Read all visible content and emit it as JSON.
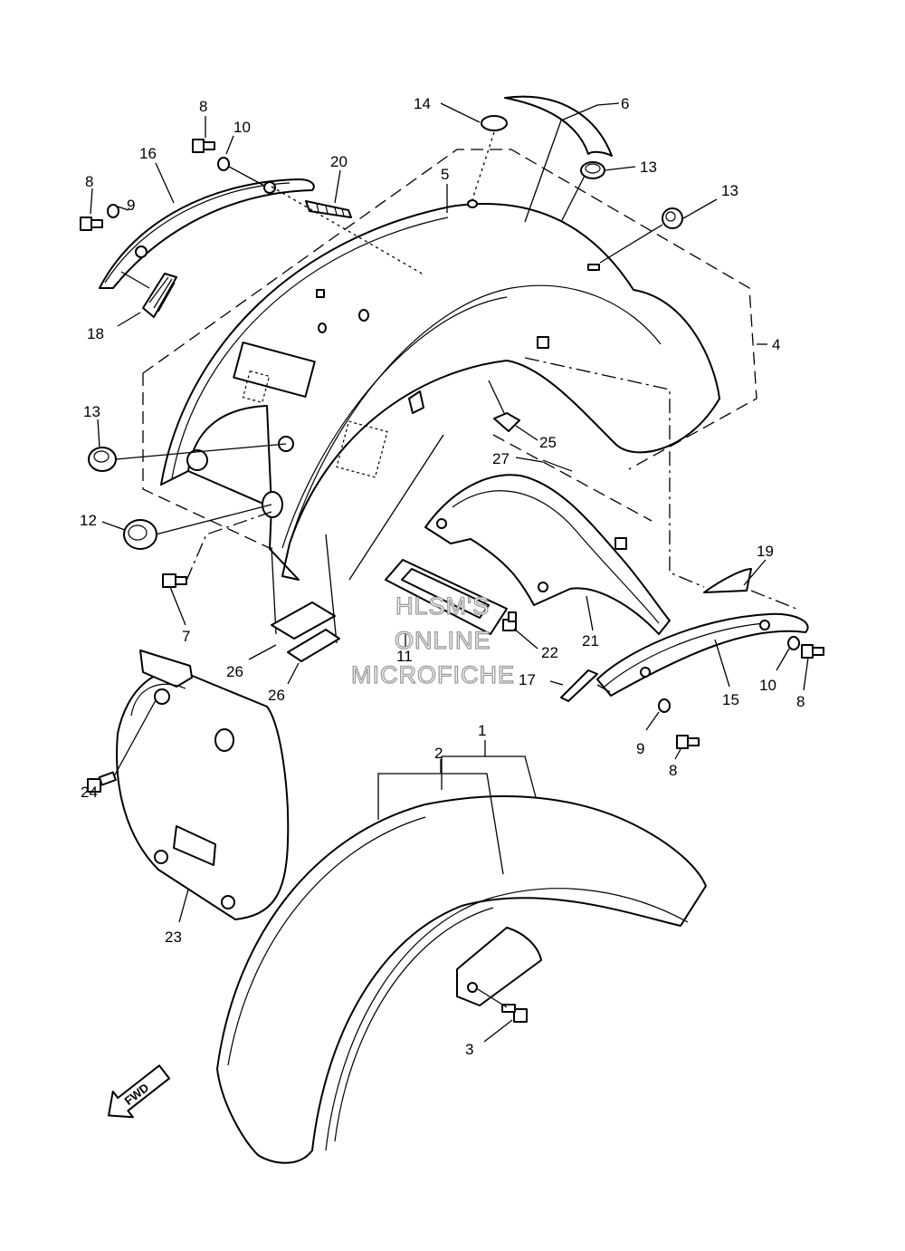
{
  "callouts": {
    "c1": "1",
    "c2": "2",
    "c3": "3",
    "c4": "4",
    "c5": "5",
    "c6": "6",
    "c7": "7",
    "c8a": "8",
    "c8b": "8",
    "c8c": "8",
    "c8d": "8",
    "c9a": "9",
    "c9b": "9",
    "c10a": "10",
    "c10b": "10",
    "c11": "11",
    "c12": "12",
    "c13a": "13",
    "c13b": "13",
    "c13c": "13",
    "c14": "14",
    "c15": "15",
    "c16": "16",
    "c17": "17",
    "c18": "18",
    "c19": "19",
    "c20": "20",
    "c21": "21",
    "c22": "22",
    "c23": "23",
    "c24": "24",
    "c25": "25",
    "c26a": "26",
    "c26b": "26",
    "c27": "27"
  },
  "watermark": {
    "line1": "HLSM'S",
    "line2": "ONLINE",
    "line3": "MICROFICHE"
  },
  "fwd_label": "FWD"
}
